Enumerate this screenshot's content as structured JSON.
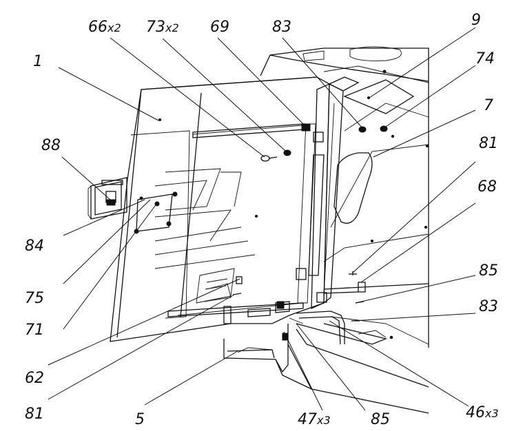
{
  "labels": {
    "l66": "66",
    "l66q": "x2",
    "l73": "73",
    "l73q": "x2",
    "l69": "69",
    "l83a": "83",
    "l9": "9",
    "l1": "1",
    "l74": "74",
    "l7": "7",
    "l88": "88",
    "l81a": "81",
    "l68": "68",
    "l84": "84",
    "l75": "75",
    "l85a": "85",
    "l83b": "83",
    "l71": "71",
    "l62": "62",
    "l81b": "81",
    "l5": "5",
    "l47": "47",
    "l47q": "x3",
    "l85b": "85",
    "l46": "46",
    "l46q": "x3"
  }
}
